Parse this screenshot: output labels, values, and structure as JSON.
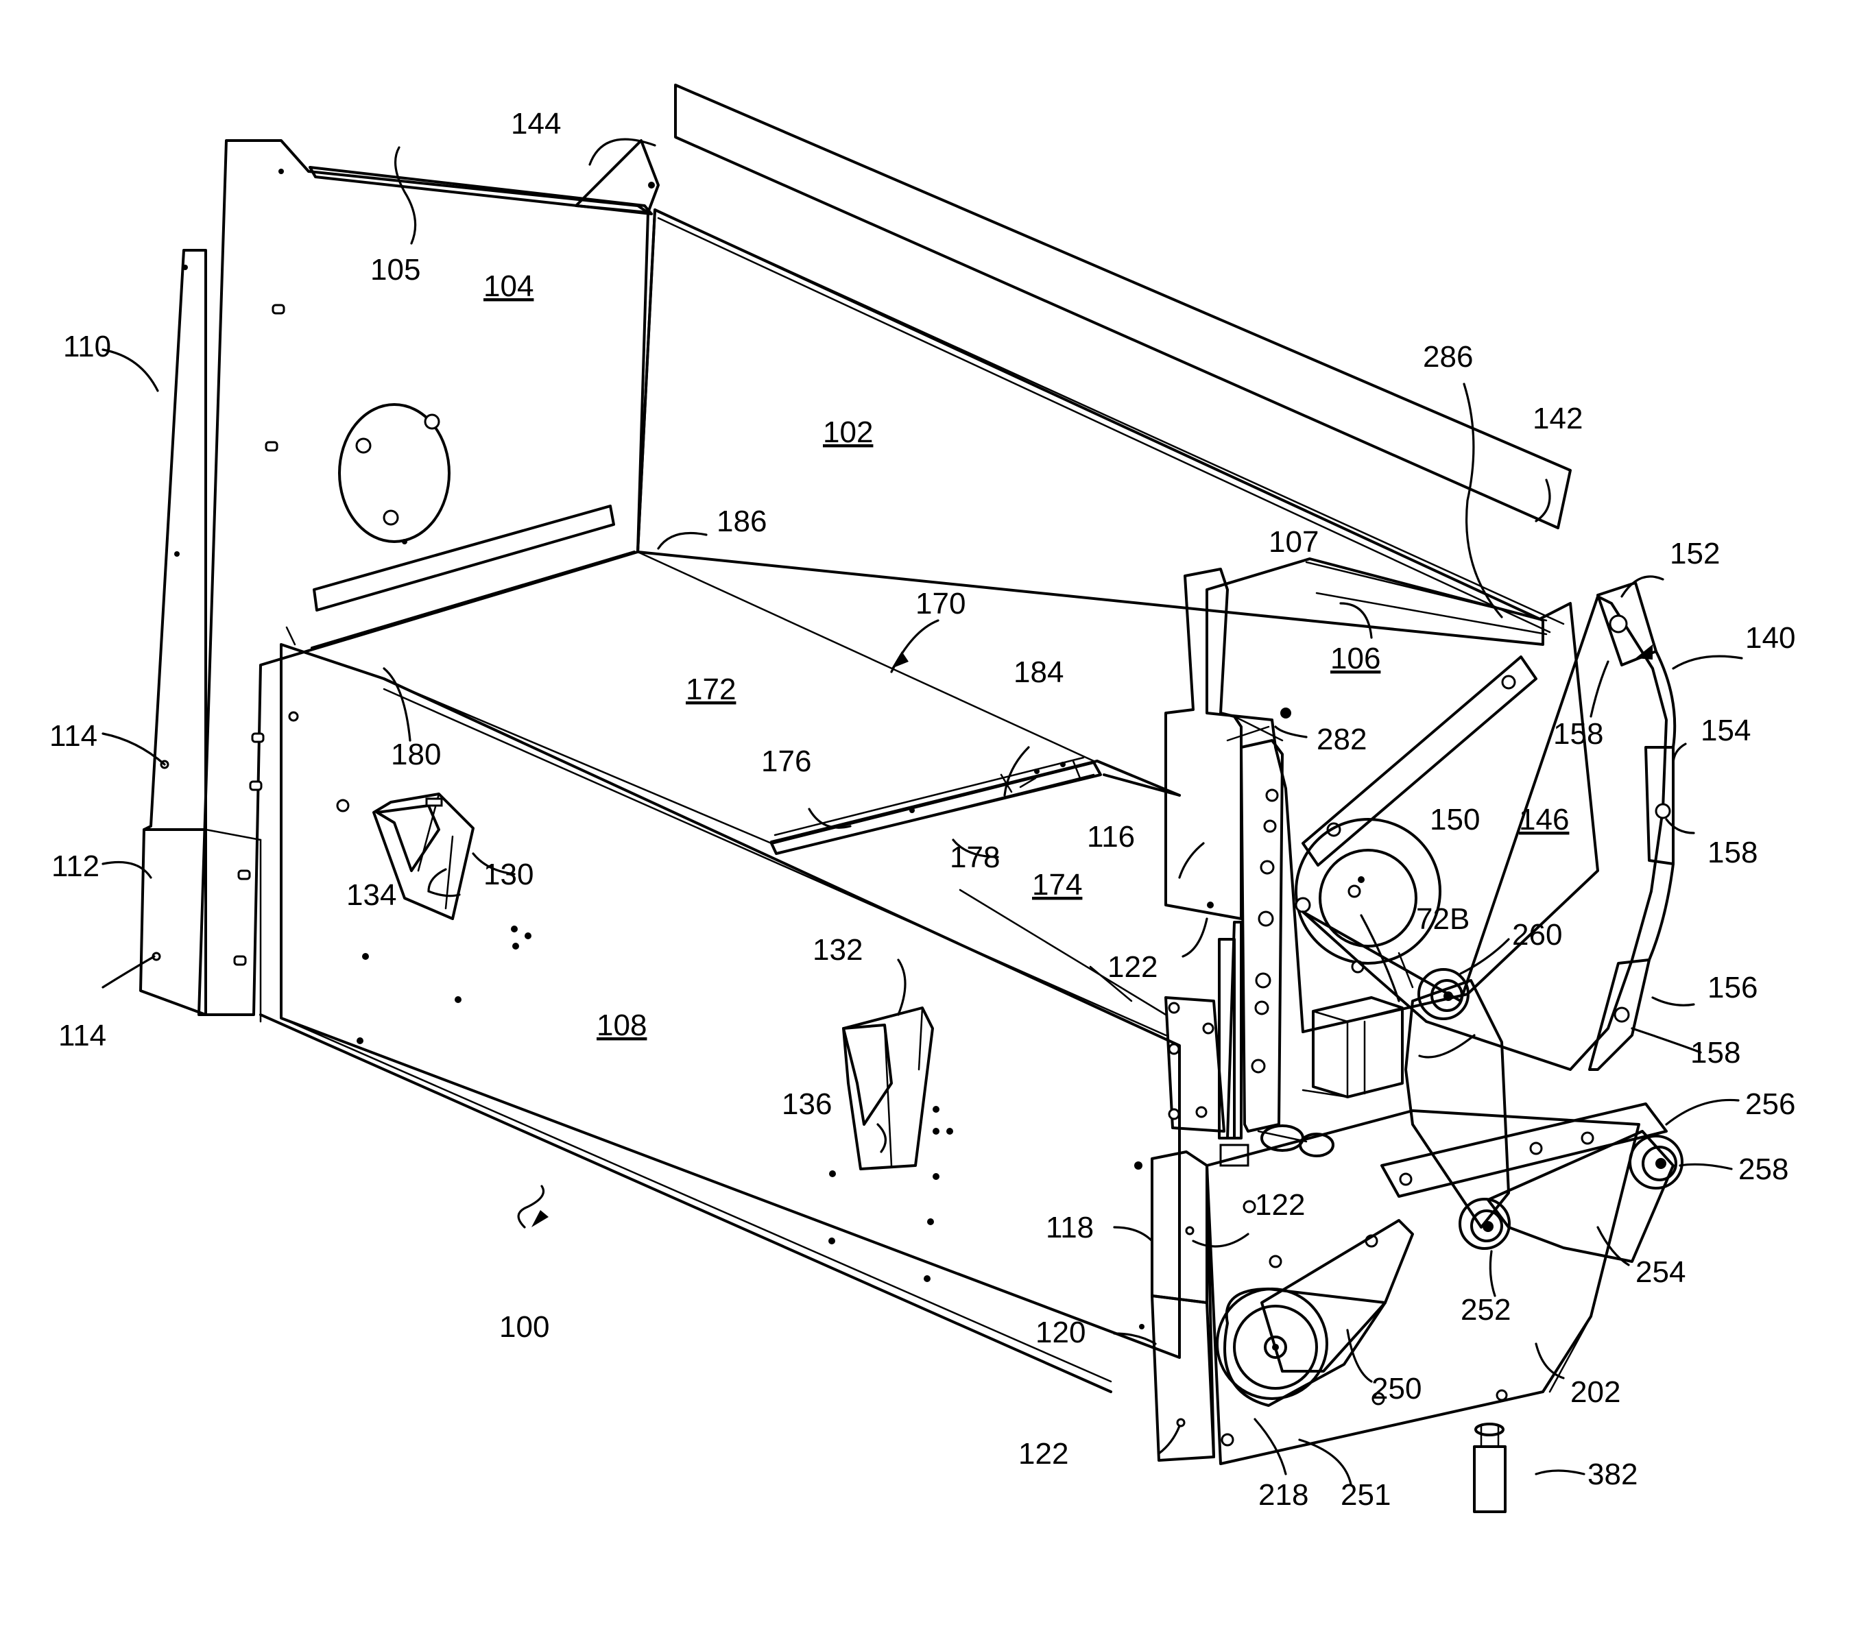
{
  "labels": {
    "l100": "100",
    "l102": "102",
    "l104": "104",
    "l105": "105",
    "l106": "106",
    "l107": "107",
    "l108": "108",
    "l110": "110",
    "l112": "112",
    "l114a": "114",
    "l114b": "114",
    "l116": "116",
    "l118": "118",
    "l120": "120",
    "l122a": "122",
    "l122b": "122",
    "l122c": "122",
    "l130": "130",
    "l132": "132",
    "l134": "134",
    "l136": "136",
    "l140": "140",
    "l142": "142",
    "l144": "144",
    "l146": "146",
    "l150": "150",
    "l152": "152",
    "l154": "154",
    "l156": "156",
    "l158a": "158",
    "l158b": "158",
    "l158c": "158",
    "l170": "170",
    "l172": "172",
    "l174": "174",
    "l176": "176",
    "l178": "178",
    "l180": "180",
    "l184": "184",
    "l186": "186",
    "l202": "202",
    "l218": "218",
    "l250": "250",
    "l251": "251",
    "l252": "252",
    "l254": "254",
    "l256": "256",
    "l258": "258",
    "l260": "260",
    "l282": "282",
    "l286": "286",
    "l382": "382",
    "l72b": "72B"
  }
}
